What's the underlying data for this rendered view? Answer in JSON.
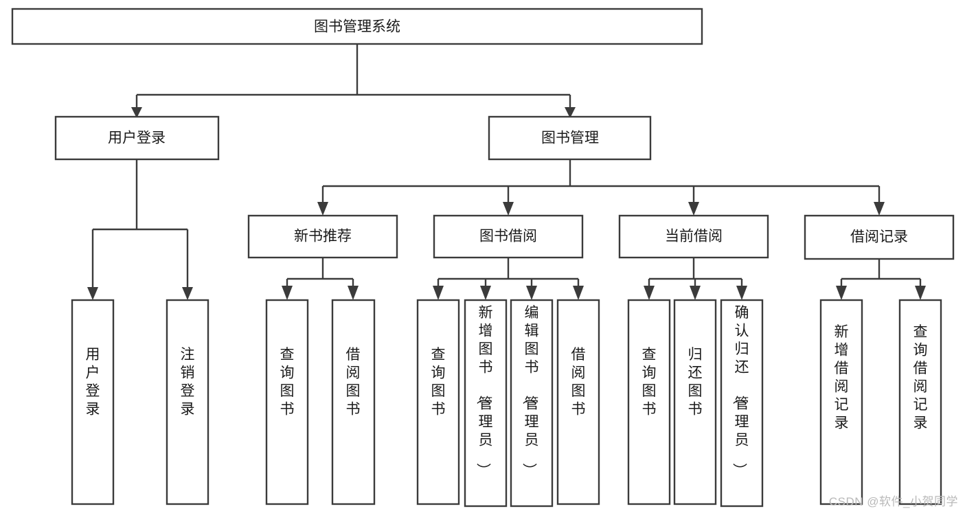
{
  "diagram": {
    "type": "tree-hierarchy",
    "title": "图书管理系统",
    "watermark": "CSDN @软件_小贺同学",
    "colors": {
      "stroke": "#3b3b3b",
      "fill": "#ffffff",
      "text": "#1a1a1a",
      "watermark": "#b9b9b9"
    },
    "levels": [
      {
        "level": 1,
        "nodes": [
          {
            "id": "root",
            "label": "图书管理系统",
            "orientation": "horizontal"
          }
        ]
      },
      {
        "level": 2,
        "nodes": [
          {
            "id": "user-login",
            "label": "用户登录",
            "orientation": "horizontal",
            "parent": "root"
          },
          {
            "id": "book-manage",
            "label": "图书管理",
            "orientation": "horizontal",
            "parent": "root"
          }
        ]
      },
      {
        "level": 3,
        "nodes": [
          {
            "id": "new-book-rec",
            "label": "新书推荐",
            "orientation": "horizontal",
            "parent": "book-manage"
          },
          {
            "id": "book-borrow",
            "label": "图书借阅",
            "orientation": "horizontal",
            "parent": "book-manage"
          },
          {
            "id": "current-borrow",
            "label": "当前借阅",
            "orientation": "horizontal",
            "parent": "book-manage"
          },
          {
            "id": "borrow-record",
            "label": "借阅记录",
            "orientation": "horizontal",
            "parent": "book-manage"
          }
        ]
      },
      {
        "level": 4,
        "nodes": [
          {
            "id": "leaf-user-login",
            "label": "用户登录",
            "orientation": "vertical",
            "parent": "user-login"
          },
          {
            "id": "leaf-logout",
            "label": "注销登录",
            "orientation": "vertical",
            "parent": "user-login"
          },
          {
            "id": "leaf-query-book-1",
            "label": "查询图书",
            "orientation": "vertical",
            "parent": "new-book-rec"
          },
          {
            "id": "leaf-borrow-book-1",
            "label": "借阅图书",
            "orientation": "vertical",
            "parent": "new-book-rec"
          },
          {
            "id": "leaf-query-book-2",
            "label": "查询图书",
            "orientation": "vertical",
            "parent": "book-borrow"
          },
          {
            "id": "leaf-add-book",
            "label": "新增图书（管理员）",
            "orientation": "vertical",
            "parent": "book-borrow"
          },
          {
            "id": "leaf-edit-book",
            "label": "编辑图书（管理员）",
            "orientation": "vertical",
            "parent": "book-borrow"
          },
          {
            "id": "leaf-borrow-book-2",
            "label": "借阅图书",
            "orientation": "vertical",
            "parent": "book-borrow"
          },
          {
            "id": "leaf-query-book-3",
            "label": "查询图书",
            "orientation": "vertical",
            "parent": "current-borrow"
          },
          {
            "id": "leaf-return-book",
            "label": "归还图书",
            "orientation": "vertical",
            "parent": "current-borrow"
          },
          {
            "id": "leaf-confirm-return",
            "label": "确认归还（管理员）",
            "orientation": "vertical",
            "parent": "current-borrow"
          },
          {
            "id": "leaf-add-record",
            "label": "新增借阅记录",
            "orientation": "vertical",
            "parent": "borrow-record"
          },
          {
            "id": "leaf-query-record",
            "label": "查询借阅记录",
            "orientation": "vertical",
            "parent": "borrow-record"
          }
        ]
      }
    ]
  }
}
